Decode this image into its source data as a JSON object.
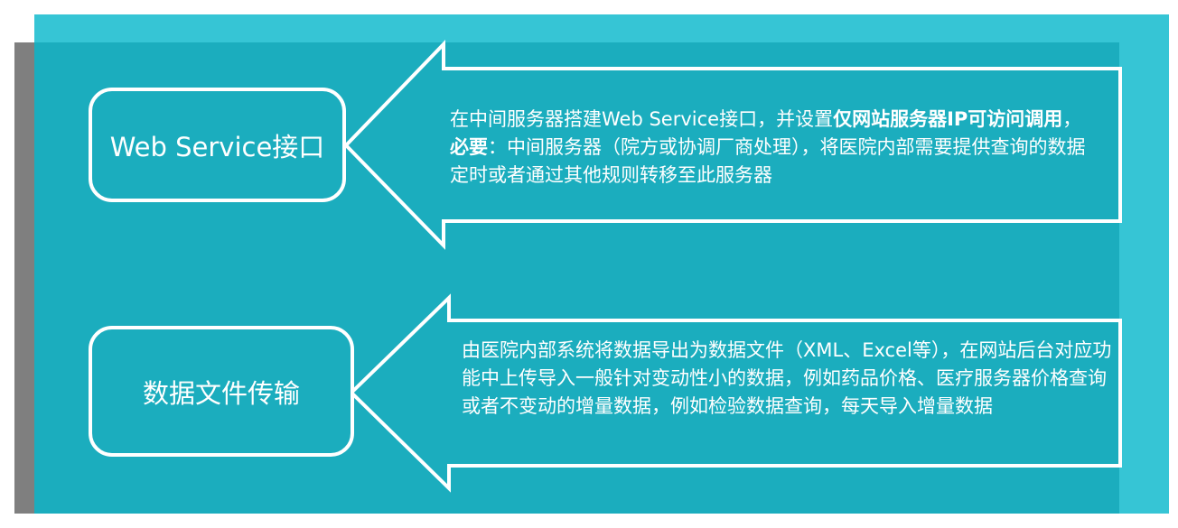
{
  "colors": {
    "frame": "#36c5d5",
    "panel": "#1badbe",
    "side_bar": "#7f7f7f",
    "outline": "#ffffff",
    "text": "#ffffff"
  },
  "items": [
    {
      "label": "Web Service接口",
      "desc": [
        {
          "text": "在中间服务器搭建Web Service接口，并设置",
          "bold": false
        },
        {
          "text": "仅网站服务器IP可访问调用",
          "bold": true
        },
        {
          "text": "，",
          "bold": false
        },
        {
          "text": "必要",
          "bold": true
        },
        {
          "text": "：中间服务器（院方或协调厂商处理），将医院内部需要提供查询的数据定时或者通过其他规则转移至此服务器",
          "bold": false
        }
      ]
    },
    {
      "label": "数据文件传输",
      "desc": [
        {
          "text": "由医院内部系统将数据导出为数据文件（XML、Excel等），在网站后台对应功能中上传导入一般针对变动性小的数据，例如药品价格、医疗服务器价格查询或者不变动的增量数据，例如检验数据查询，每天导入增量数据",
          "bold": false
        }
      ]
    }
  ]
}
